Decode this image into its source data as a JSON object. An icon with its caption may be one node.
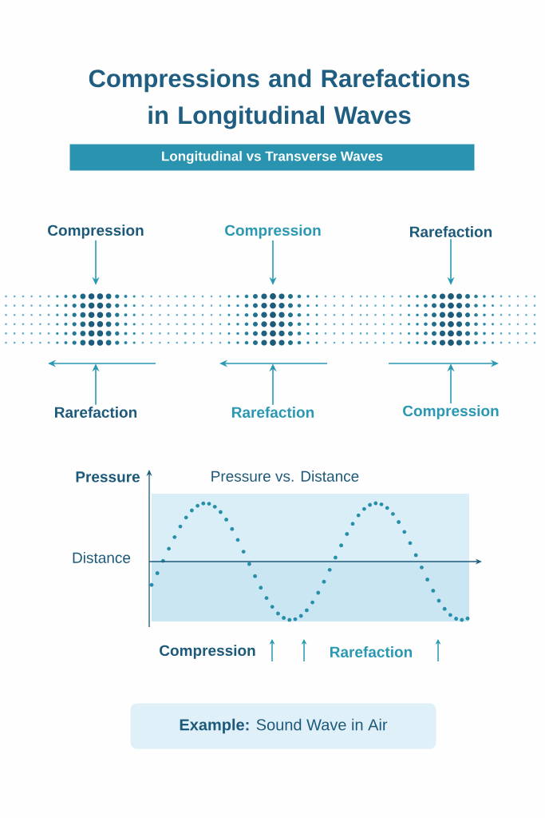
{
  "diagram": {
    "title": "Compressions and Rarefactions in Longitudinal Waves",
    "nodes": [
      {
        "text": [
          "Longitudinal vs Transverse Waves"
        ]
      },
      {
        "text": [
          "Compression"
        ]
      },
      {
        "text": [
          "Compression"
        ]
      },
      {
        "text": [
          "Rarefaction"
        ]
      },
      {
        "text": [],
        "shape": "picture"
      },
      {
        "text": [],
        "shape": "picture"
      },
      {
        "text": [],
        "shape": "picture"
      },
      {
        "text": [
          "Rarefaction"
        ]
      },
      {
        "text": [
          "Rarefaction"
        ]
      },
      {
        "text": [
          "Compression"
        ]
      },
      {
        "text": [
          "**Example:** Sound Wave in Air"
        ]
      }
    ],
    "edges": [
      {
        "from": 1,
        "to": 4,
        "arrow": "to"
      },
      {
        "from": 2,
        "to": 5,
        "arrow": "to"
      },
      {
        "from": 3,
        "to": 6,
        "arrow": "to"
      },
      {
        "from": 7,
        "to": 4,
        "arrow": "to"
      },
      {
        "from": 8,
        "to": 5,
        "arrow": "to"
      },
      {
        "from": 9,
        "to": 6,
        "arrow": "to"
      }
    ],
    "labels": [
      "Pressure",
      "Pressure vs. Distance",
      "Distance",
      "Compression",
      "Rarefaction"
    ]
  }
}
